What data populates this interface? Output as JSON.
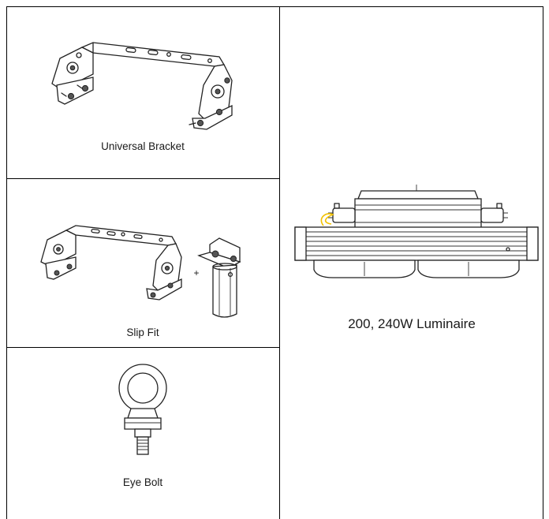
{
  "cells": {
    "universal_bracket": {
      "label": "Universal Bracket"
    },
    "slip_fit": {
      "label": "Slip Fit",
      "plus_sign": "+"
    },
    "eye_bolt": {
      "label": "Eye Bolt"
    },
    "luminaire": {
      "label": "200, 240W Luminaire"
    }
  },
  "colors": {
    "border": "#000000",
    "drawing": "#222222",
    "accent_wire": "#f2c200"
  }
}
